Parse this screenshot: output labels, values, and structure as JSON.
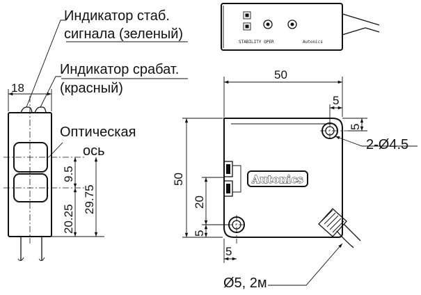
{
  "labels": {
    "green_indicator_line1": "Индикатор стаб.",
    "green_indicator_line2": "сигнала (зеленый)",
    "red_indicator_line1": "Индикатор срабат.",
    "red_indicator_line2": "(красный)",
    "optical_axis_line1": "Оптическая",
    "optical_axis_line2": "ось",
    "mounting_holes": "2-Ø4.5",
    "cable": "Ø5, 2м",
    "brand_logo": "Autonics"
  },
  "dimensions": {
    "side_width": "18",
    "axis_spacing": "9.5",
    "axis_lower": "20.25",
    "axis_upper": "29.75",
    "front_width": "50",
    "front_height": "50",
    "hole_offset_x": "5",
    "hole_offset_y": "5",
    "lower_hole_height": "20",
    "lower_hole_offset_y": "5",
    "lower_hole_offset_x": "5"
  },
  "top_view_marks": {
    "left_mark": "STABILITY  OPER",
    "right_mark": "Autonics"
  }
}
